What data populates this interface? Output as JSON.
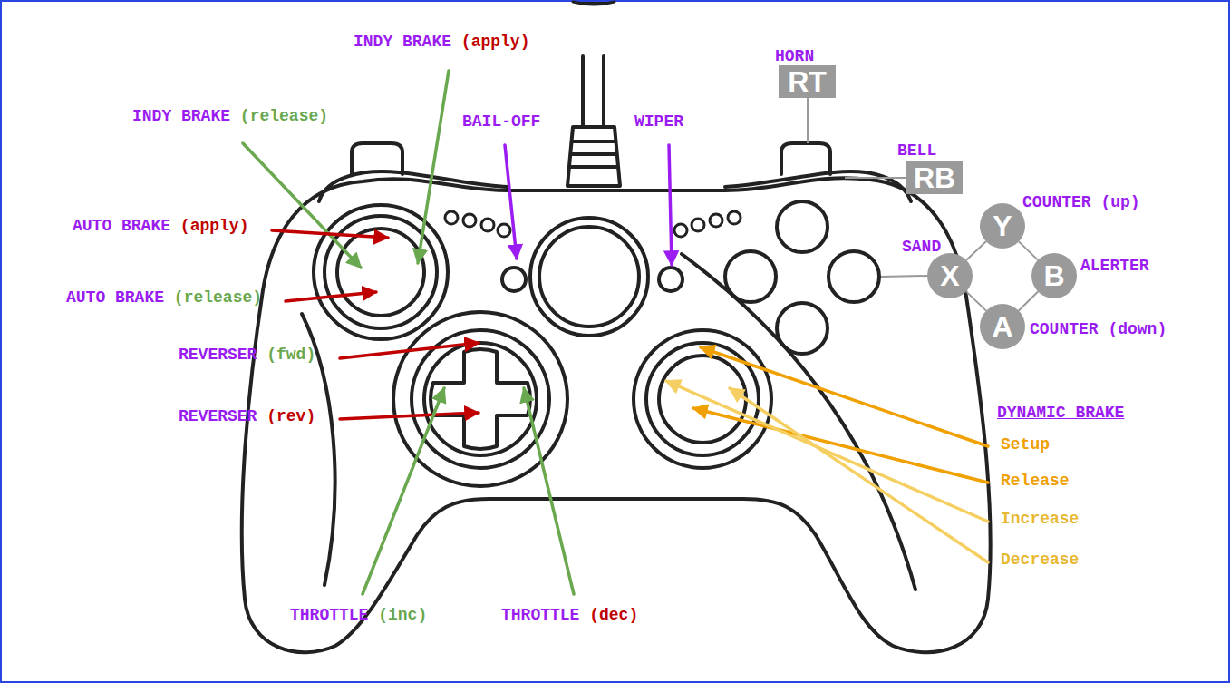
{
  "diagram": {
    "nodes": [
      {
        "text": [
          "RT"
        ]
      },
      {
        "text": [
          "RB"
        ]
      },
      {
        "text": [
          "Y"
        ]
      },
      {
        "text": [
          "X"
        ]
      },
      {
        "text": [
          "B"
        ]
      },
      {
        "text": [
          "A"
        ]
      }
    ],
    "edges": [
      {
        "from": 2,
        "to": 3,
        "arrow": "none"
      },
      {
        "from": 2,
        "to": 4,
        "arrow": "none"
      },
      {
        "from": 3,
        "to": 5,
        "arrow": "none"
      },
      {
        "from": 4,
        "to": 5,
        "arrow": "none"
      }
    ],
    "labels": [
      "INDY BRAKE",
      "(apply)",
      "INDY BRAKE",
      "(release)",
      "BAIL-OFF",
      "WIPER",
      "HORN",
      "BELL",
      "AUTO BRAKE",
      "(apply)",
      "COUNTER (up)",
      "SAND",
      "ALERTER",
      "AUTO BRAKE",
      "(release)",
      "COUNTER (down)",
      "REVERSER",
      "(fwd)",
      "DYNAMIC BRAKE",
      "Setup",
      "REVERSER",
      "(rev)",
      "Release",
      "Increase",
      "Decrease",
      "THROTTLE",
      "(inc)",
      "THROTTLE",
      "(dec)"
    ]
  }
}
